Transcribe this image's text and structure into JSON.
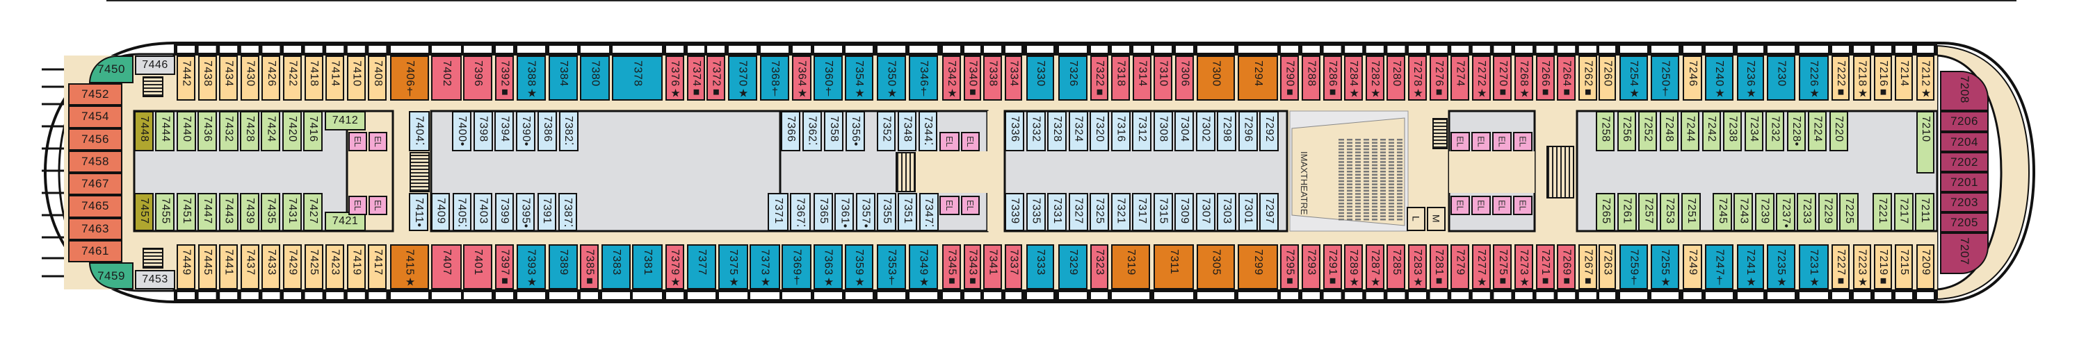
{
  "colors": {
    "peach": "#fdd898",
    "pink": "#ee6b7e",
    "blue": "#15a6c9",
    "orange": "#e17d1f",
    "lightblue": "#cfe9f7",
    "green": "#c6e3a3",
    "olive": "#b0a62f",
    "salmon": "#ea7a5c",
    "teal": "#3fb289",
    "maroon": "#b03c69",
    "gray": "#dcdde0",
    "corridor": "#f3e4c4",
    "elevator": "#f4a9d3"
  },
  "facilities": {
    "elevator": "EL",
    "theatre_line1": "IMAX",
    "theatre_line2": "THEATRE",
    "men": "M",
    "ladies": "L"
  },
  "rows": {
    "top_outboard": [
      [
        "7442",
        "peach"
      ],
      [
        "7438",
        "peach"
      ],
      [
        "7434",
        "peach"
      ],
      [
        "7430",
        "peach"
      ],
      [
        "7426",
        "peach"
      ],
      [
        "7422",
        "peach"
      ],
      [
        "7418",
        "peach"
      ],
      [
        "7414",
        "peach"
      ],
      [
        "7410",
        "peach"
      ],
      [
        "7408",
        "peach"
      ],
      [
        "7406†",
        "orange"
      ],
      [
        "7402",
        "pink"
      ],
      [
        "7396",
        "pink"
      ],
      [
        "7392■",
        "pink"
      ],
      [
        "7388★",
        "blue"
      ],
      [
        "7384",
        "blue"
      ],
      [
        "7380",
        "blue"
      ],
      [
        "7378",
        "blue"
      ],
      [
        "7376★",
        "pink"
      ],
      [
        "7374■",
        "pink"
      ],
      [
        "7372■",
        "pink"
      ],
      [
        "7370★",
        "blue"
      ],
      [
        "7368†",
        "blue"
      ],
      [
        "7364★",
        "pink"
      ],
      [
        "7360†",
        "blue"
      ],
      [
        "7354★",
        "blue"
      ],
      [
        "7350★",
        "blue"
      ],
      [
        "7346†",
        "blue"
      ],
      [
        "7342★",
        "pink"
      ],
      [
        "7340■",
        "pink"
      ],
      [
        "7338",
        "pink"
      ],
      [
        "7334",
        "pink"
      ],
      [
        "7330",
        "blue"
      ],
      [
        "7326",
        "blue"
      ],
      [
        "7322■",
        "pink"
      ],
      [
        "7318",
        "pink"
      ],
      [
        "7314",
        "pink"
      ],
      [
        "7310",
        "pink"
      ],
      [
        "7306",
        "pink"
      ],
      [
        "7300",
        "orange"
      ],
      [
        "7294",
        "orange"
      ],
      [
        "7290■",
        "pink"
      ],
      [
        "7288",
        "pink"
      ],
      [
        "7286■",
        "pink"
      ],
      [
        "7284★",
        "pink"
      ],
      [
        "7282★",
        "pink"
      ],
      [
        "7280",
        "pink"
      ],
      [
        "7278★",
        "pink"
      ],
      [
        "7276■",
        "pink"
      ],
      [
        "7274",
        "pink"
      ],
      [
        "7272★",
        "pink"
      ],
      [
        "7270■",
        "pink"
      ],
      [
        "7268★",
        "pink"
      ],
      [
        "7266■",
        "pink"
      ],
      [
        "7264■",
        "pink"
      ],
      [
        "7262■",
        "peach"
      ],
      [
        "7260",
        "peach"
      ],
      [
        "7254★",
        "blue"
      ],
      [
        "7250†",
        "blue"
      ],
      [
        "7246",
        "peach"
      ],
      [
        "7240★",
        "blue"
      ],
      [
        "7236★",
        "blue"
      ],
      [
        "7230",
        "blue"
      ],
      [
        "7226★",
        "blue"
      ],
      [
        "7222■",
        "peach"
      ],
      [
        "7218★",
        "peach"
      ],
      [
        "7216■",
        "peach"
      ],
      [
        "7214",
        "peach"
      ],
      [
        "7212★",
        "peach"
      ]
    ],
    "bottom_outboard": [
      [
        "7449",
        "peach"
      ],
      [
        "7445",
        "peach"
      ],
      [
        "7441",
        "peach"
      ],
      [
        "7437",
        "peach"
      ],
      [
        "7433",
        "peach"
      ],
      [
        "7429",
        "peach"
      ],
      [
        "7425",
        "peach"
      ],
      [
        "7423",
        "peach"
      ],
      [
        "7419",
        "peach"
      ],
      [
        "7417",
        "peach"
      ],
      [
        "7415★",
        "orange"
      ],
      [
        "7407",
        "pink"
      ],
      [
        "7401",
        "pink"
      ],
      [
        "7397■",
        "pink"
      ],
      [
        "7393★",
        "blue"
      ],
      [
        "7389",
        "blue"
      ],
      [
        "7385■",
        "pink"
      ],
      [
        "7383",
        "blue"
      ],
      [
        "7381",
        "blue"
      ],
      [
        "7379★",
        "pink"
      ],
      [
        "7377",
        "blue"
      ],
      [
        "7375★",
        "blue"
      ],
      [
        "7373★",
        "blue"
      ],
      [
        "7369†",
        "blue"
      ],
      [
        "7363★",
        "blue"
      ],
      [
        "7359★",
        "blue"
      ],
      [
        "7353†",
        "blue"
      ],
      [
        "7349★",
        "blue"
      ],
      [
        "7345■",
        "pink"
      ],
      [
        "7343■",
        "pink"
      ],
      [
        "7341",
        "pink"
      ],
      [
        "7337",
        "pink"
      ],
      [
        "7333",
        "blue"
      ],
      [
        "7329",
        "blue"
      ],
      [
        "7323",
        "pink"
      ],
      [
        "7319",
        "orange"
      ],
      [
        "7311",
        "orange"
      ],
      [
        "7305",
        "orange"
      ],
      [
        "7299",
        "orange"
      ],
      [
        "7295■",
        "pink"
      ],
      [
        "7293",
        "pink"
      ],
      [
        "7291■",
        "pink"
      ],
      [
        "7289★",
        "pink"
      ],
      [
        "7287★",
        "pink"
      ],
      [
        "7285",
        "pink"
      ],
      [
        "7283★",
        "pink"
      ],
      [
        "7281■",
        "pink"
      ],
      [
        "7279",
        "pink"
      ],
      [
        "7277★",
        "pink"
      ],
      [
        "7275■",
        "pink"
      ],
      [
        "7273★",
        "pink"
      ],
      [
        "7271■",
        "pink"
      ],
      [
        "7269■",
        "pink"
      ],
      [
        "7267■",
        "peach"
      ],
      [
        "7263",
        "peach"
      ],
      [
        "7259†",
        "blue"
      ],
      [
        "7255★",
        "blue"
      ],
      [
        "7249",
        "peach"
      ],
      [
        "7247†",
        "blue"
      ],
      [
        "7241★",
        "blue"
      ],
      [
        "7235★",
        "blue"
      ],
      [
        "7231★",
        "blue"
      ],
      [
        "7227■",
        "peach"
      ],
      [
        "7223★",
        "peach"
      ],
      [
        "7219■",
        "peach"
      ],
      [
        "7215",
        "peach"
      ],
      [
        "7209",
        "peach"
      ]
    ],
    "top_inboard": [
      [
        "7448",
        "olive"
      ],
      [
        "7444",
        "green"
      ],
      [
        "7440",
        "green"
      ],
      [
        "7436",
        "green"
      ],
      [
        "7432",
        "green"
      ],
      [
        "7428",
        "green"
      ],
      [
        "7424",
        "green"
      ],
      [
        "7420",
        "green"
      ],
      [
        "7416",
        "green"
      ],
      [
        "7412",
        "green"
      ],
      [
        "7404⁚",
        "lightblue"
      ],
      [
        "7400•",
        "lightblue"
      ],
      [
        "7398",
        "lightblue"
      ],
      [
        "7394",
        "lightblue"
      ],
      [
        "7390•",
        "lightblue"
      ],
      [
        "7386",
        "lightblue"
      ],
      [
        "7382⁚",
        "lightblue"
      ],
      [
        "7366",
        "lightblue"
      ],
      [
        "7362⁚",
        "lightblue"
      ],
      [
        "7358",
        "lightblue"
      ],
      [
        "7356•",
        "lightblue"
      ],
      [
        "7352",
        "lightblue"
      ],
      [
        "7348",
        "lightblue"
      ],
      [
        "7344⁚",
        "lightblue"
      ],
      [
        "7336",
        "lightblue"
      ],
      [
        "7332",
        "lightblue"
      ],
      [
        "7328",
        "lightblue"
      ],
      [
        "7324",
        "lightblue"
      ],
      [
        "7320",
        "lightblue"
      ],
      [
        "7316",
        "lightblue"
      ],
      [
        "7312",
        "lightblue"
      ],
      [
        "7308",
        "lightblue"
      ],
      [
        "7304",
        "lightblue"
      ],
      [
        "7302",
        "lightblue"
      ],
      [
        "7298",
        "lightblue"
      ],
      [
        "7296",
        "lightblue"
      ],
      [
        "7292",
        "lightblue"
      ],
      [
        "7258",
        "green"
      ],
      [
        "7256",
        "green"
      ],
      [
        "7252",
        "green"
      ],
      [
        "7248",
        "green"
      ],
      [
        "7244",
        "green"
      ],
      [
        "7242",
        "green"
      ],
      [
        "7238",
        "green"
      ],
      [
        "7234",
        "green"
      ],
      [
        "7232",
        "green"
      ],
      [
        "7228•",
        "green"
      ],
      [
        "7224",
        "green"
      ],
      [
        "7220",
        "green"
      ],
      [
        "7210",
        "green"
      ]
    ],
    "bottom_inboard": [
      [
        "7457",
        "olive"
      ],
      [
        "7455",
        "green"
      ],
      [
        "7451",
        "green"
      ],
      [
        "7447",
        "green"
      ],
      [
        "7443",
        "green"
      ],
      [
        "7439",
        "green"
      ],
      [
        "7435",
        "green"
      ],
      [
        "7431",
        "green"
      ],
      [
        "7427",
        "green"
      ],
      [
        "7421",
        "green"
      ],
      [
        "7411•",
        "lightblue"
      ],
      [
        "7409",
        "lightblue"
      ],
      [
        "7405⁚",
        "lightblue"
      ],
      [
        "7403",
        "lightblue"
      ],
      [
        "7399",
        "lightblue"
      ],
      [
        "7395•",
        "lightblue"
      ],
      [
        "7391",
        "lightblue"
      ],
      [
        "7387⁚",
        "lightblue"
      ],
      [
        "7371",
        "lightblue"
      ],
      [
        "7367⁚",
        "lightblue"
      ],
      [
        "7365",
        "lightblue"
      ],
      [
        "7361•",
        "lightblue"
      ],
      [
        "7357•",
        "lightblue"
      ],
      [
        "7355",
        "lightblue"
      ],
      [
        "7351",
        "lightblue"
      ],
      [
        "7347⁚",
        "lightblue"
      ],
      [
        "7339",
        "lightblue"
      ],
      [
        "7335",
        "lightblue"
      ],
      [
        "7331",
        "lightblue"
      ],
      [
        "7327",
        "lightblue"
      ],
      [
        "7325",
        "lightblue"
      ],
      [
        "7321",
        "lightblue"
      ],
      [
        "7317",
        "lightblue"
      ],
      [
        "7315",
        "lightblue"
      ],
      [
        "7309",
        "lightblue"
      ],
      [
        "7307",
        "lightblue"
      ],
      [
        "7303",
        "lightblue"
      ],
      [
        "7301",
        "lightblue"
      ],
      [
        "7297",
        "lightblue"
      ],
      [
        "7265",
        "green"
      ],
      [
        "7261",
        "green"
      ],
      [
        "7257",
        "green"
      ],
      [
        "7253",
        "green"
      ],
      [
        "7251",
        "green"
      ],
      [
        "7245",
        "green"
      ],
      [
        "7243",
        "green"
      ],
      [
        "7239",
        "green"
      ],
      [
        "7237•",
        "green"
      ],
      [
        "7233",
        "green"
      ],
      [
        "7229",
        "green"
      ],
      [
        "7225",
        "green"
      ],
      [
        "7221",
        "green"
      ],
      [
        "7217",
        "green"
      ],
      [
        "7211",
        "green"
      ]
    ],
    "forward": [
      [
        "7450",
        "teal"
      ],
      [
        "7452",
        "salmon"
      ],
      [
        "7454",
        "salmon"
      ],
      [
        "7456",
        "salmon"
      ],
      [
        "7458",
        "salmon"
      ],
      [
        "7467",
        "salmon"
      ],
      [
        "7465",
        "salmon"
      ],
      [
        "7463",
        "salmon"
      ],
      [
        "7461",
        "salmon"
      ],
      [
        "7459",
        "teal"
      ],
      [
        "7446",
        "gray"
      ],
      [
        "7453",
        "gray"
      ]
    ],
    "aft": [
      [
        "7208",
        "maroon"
      ],
      [
        "7206",
        "maroon"
      ],
      [
        "7204",
        "maroon"
      ],
      [
        "7202",
        "maroon"
      ],
      [
        "7201",
        "maroon"
      ],
      [
        "7203",
        "maroon"
      ],
      [
        "7205",
        "maroon"
      ],
      [
        "7207",
        "maroon"
      ]
    ]
  }
}
